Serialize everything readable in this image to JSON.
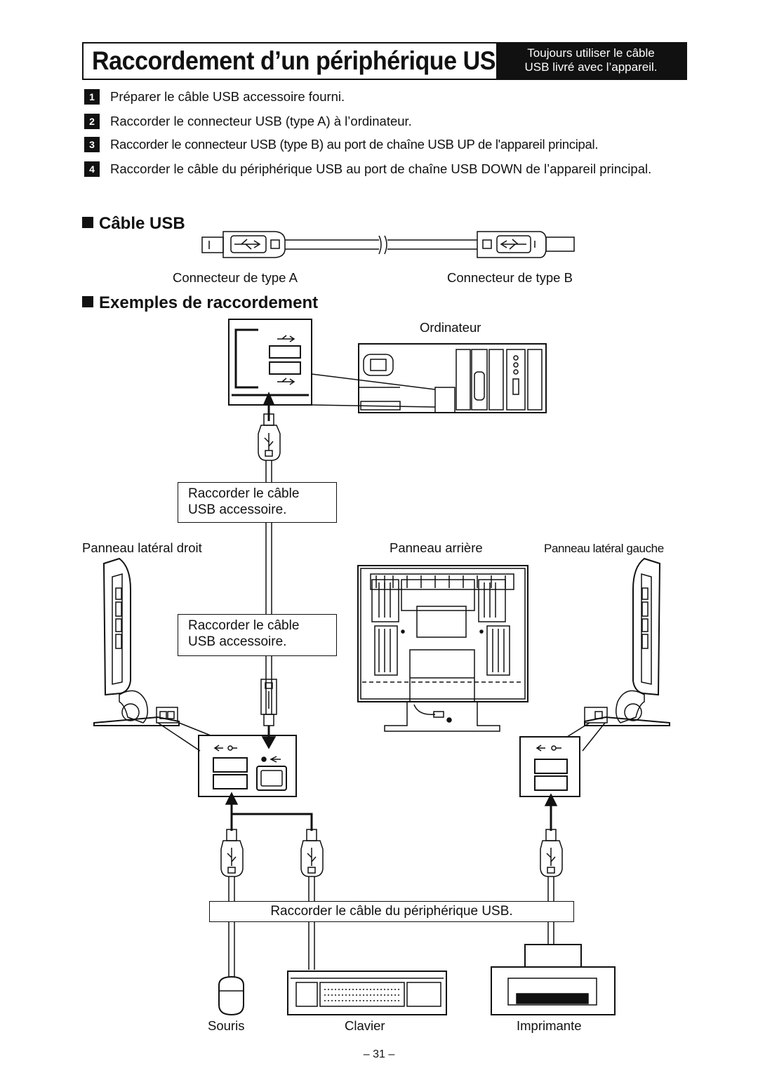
{
  "header": {
    "title": "Raccordement d’un périphérique USB",
    "badge_line1": "Toujours utiliser le câble",
    "badge_line2": "USB livré avec l’appareil."
  },
  "steps": [
    {
      "number": "1",
      "text": "Préparer le câble USB accessoire fourni."
    },
    {
      "number": "2",
      "text": "Raccorder le connecteur USB (type A) à l’ordinateur."
    },
    {
      "number": "3",
      "text": "Raccorder le connecteur USB (type B) au port de chaîne USB UP de l'appareil principal."
    },
    {
      "number": "4",
      "text": "Raccorder le câble du périphérique USB au port de chaîne USB DOWN de l’appareil principal."
    }
  ],
  "cable_section": {
    "heading": "Câble USB",
    "connector_a": "Connecteur de type A",
    "connector_b": "Connecteur de type B"
  },
  "examples_section": {
    "heading": "Exemples de raccordement",
    "computer": "Ordinateur",
    "connect_box_1": "Raccorder le câble USB accessoire.",
    "connect_box_2": "Raccorder le câble USB accessoire.",
    "right_panel": "Panneau latéral droit",
    "rear_panel": "Panneau arrière",
    "left_panel": "Panneau latéral gauche",
    "device_box": "Raccorder le câble du périphérique USB.",
    "mouse": "Souris",
    "keyboard": "Clavier",
    "printer": "Imprimante"
  },
  "footer": {
    "page_number": "– 31 –"
  },
  "icons": [
    "usb-trident-icon",
    "usb-plug-icon",
    "computer-icon",
    "monitor-icon",
    "mouse-icon",
    "keyboard-icon",
    "printer-icon"
  ]
}
